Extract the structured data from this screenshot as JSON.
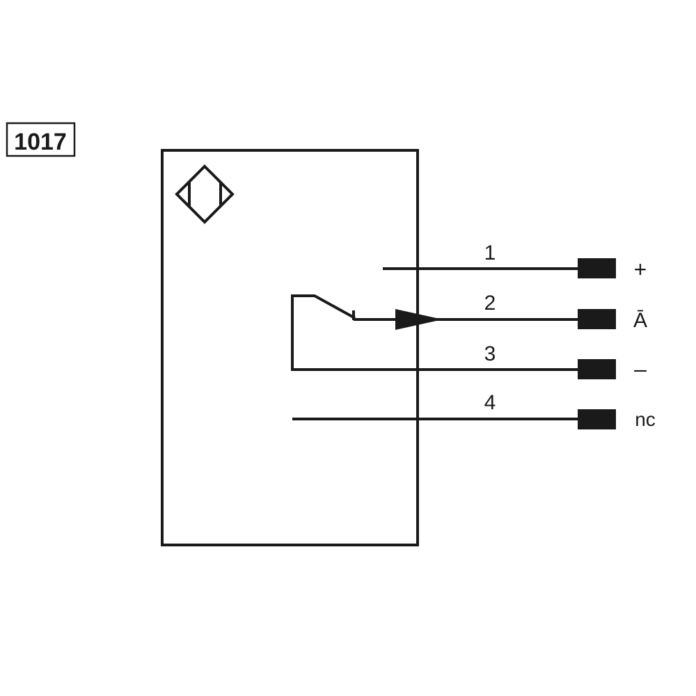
{
  "diagram_id": "1017",
  "wires": [
    {
      "number": "1",
      "terminal": "+"
    },
    {
      "number": "2",
      "terminal": "Ā"
    },
    {
      "number": "3",
      "terminal": "–"
    },
    {
      "number": "4",
      "terminal": "nc"
    }
  ],
  "colors": {
    "ink": "#1a1a1a",
    "background": "#ffffff"
  }
}
